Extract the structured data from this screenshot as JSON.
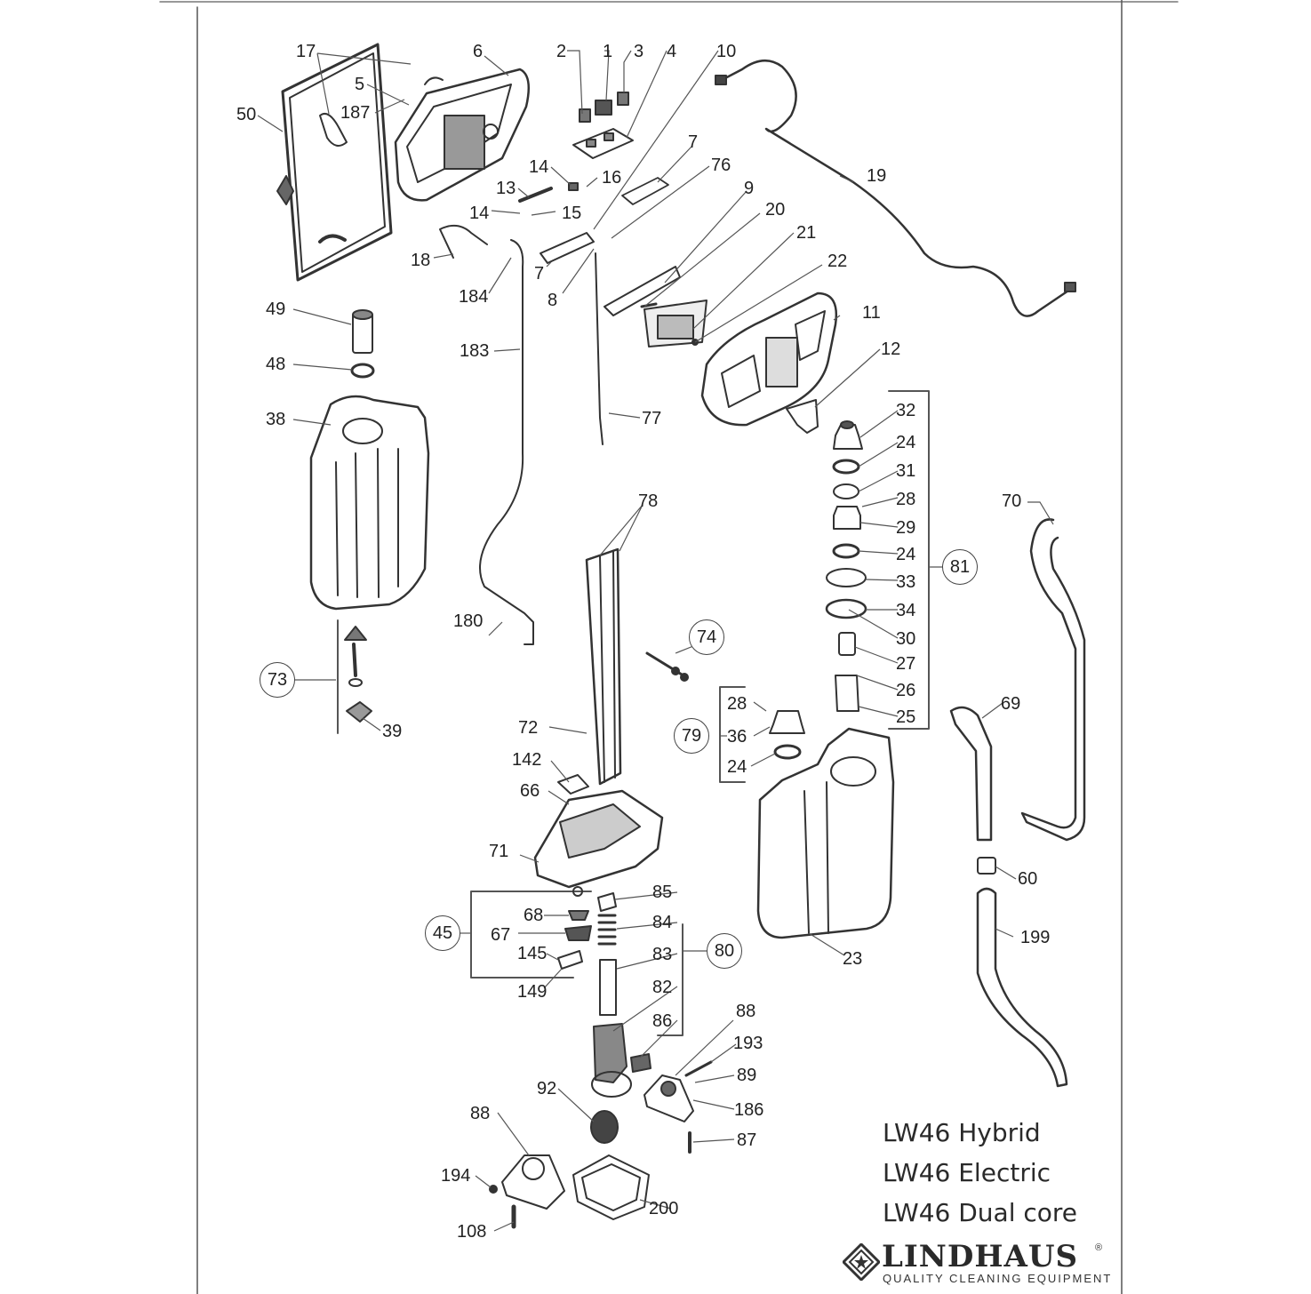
{
  "parts": {
    "p1": "1",
    "p2": "2",
    "p3": "3",
    "p4": "4",
    "p5": "5",
    "p6": "6",
    "p7a": "7",
    "p7b": "7",
    "p8": "8",
    "p9": "9",
    "p10": "10",
    "p11": "11",
    "p12": "12",
    "p13": "13",
    "p14a": "14",
    "p14b": "14",
    "p15": "15",
    "p16": "16",
    "p17": "17",
    "p18": "18",
    "p19": "19",
    "p20": "20",
    "p21": "21",
    "p22": "22",
    "p23": "23",
    "p24a": "24",
    "p24b": "24",
    "p24c": "24",
    "p25": "25",
    "p26": "26",
    "p27": "27",
    "p28a": "28",
    "p28b": "28",
    "p29": "29",
    "p30": "30",
    "p31": "31",
    "p32": "32",
    "p33": "33",
    "p34": "34",
    "p36": "36",
    "p38": "38",
    "p39": "39",
    "p48": "48",
    "p49": "49",
    "p50": "50",
    "p60": "60",
    "p66": "66",
    "p67": "67",
    "p68": "68",
    "p69": "69",
    "p70": "70",
    "p71": "71",
    "p72": "72",
    "p76": "76",
    "p77": "77",
    "p78": "78",
    "p82": "82",
    "p83": "83",
    "p84": "84",
    "p85": "85",
    "p86": "86",
    "p87": "87",
    "p88a": "88",
    "p88b": "88",
    "p89": "89",
    "p92": "92",
    "p108": "108",
    "p142": "142",
    "p145": "145",
    "p149": "149",
    "p180": "180",
    "p183": "183",
    "p184": "184",
    "p186": "186",
    "p187": "187",
    "p193": "193",
    "p194": "194",
    "p199": "199",
    "p200": "200"
  },
  "groups": {
    "g45": "45",
    "g73": "73",
    "g74": "74",
    "g79": "79",
    "g80": "80",
    "g81": "81"
  },
  "models": [
    "LW46 Hybrid",
    "LW46 Electric",
    "LW46 Dual core"
  ],
  "brand": {
    "name": "LINDHAUS",
    "registered": "®",
    "tagline": "QUALITY CLEANING EQUIPMENT"
  }
}
